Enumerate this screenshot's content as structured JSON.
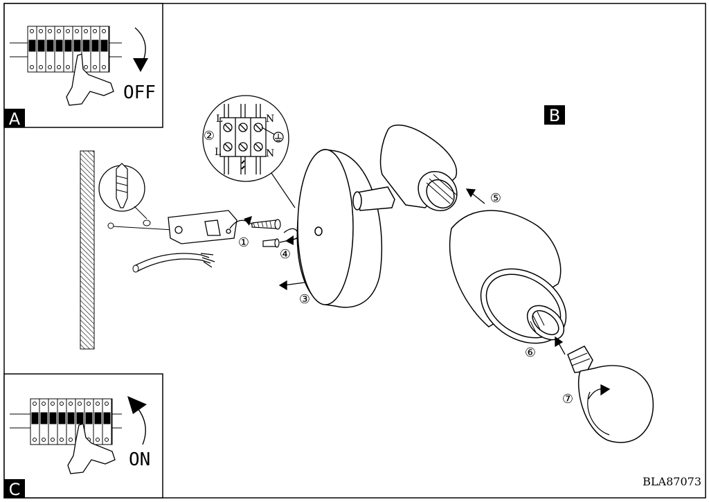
{
  "panels": {
    "a": {
      "label": "A",
      "state_text": "OFF"
    },
    "b": {
      "label": "B"
    },
    "c": {
      "label": "C",
      "state_text": "ON"
    }
  },
  "terminal": {
    "left_top": "L",
    "right_top": "N",
    "left_bottom": "L",
    "right_bottom": "N"
  },
  "steps": [
    "①",
    "②",
    "③",
    "④",
    "⑤",
    "⑥",
    "⑦"
  ],
  "model_code": "BLA87073",
  "icons": [
    "circuit-breaker-icon",
    "hand-icon",
    "rotate-arrow-icon",
    "wall-plug-icon",
    "ground-icon"
  ]
}
